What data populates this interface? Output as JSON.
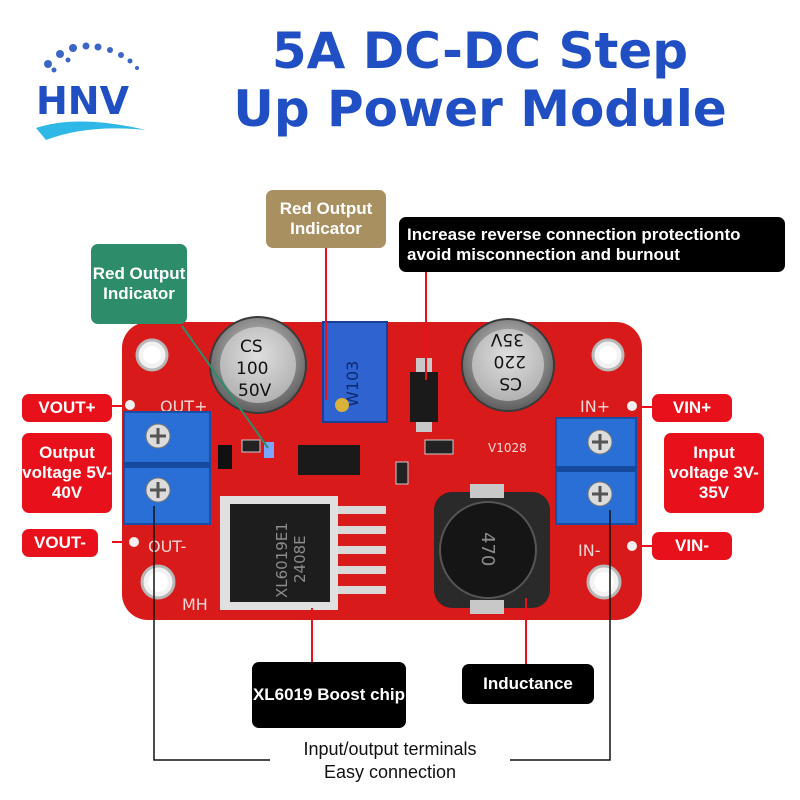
{
  "brand": {
    "logo_text": "HNV"
  },
  "title": {
    "line1": "5A DC-DC Step",
    "line2": "Up Power Module"
  },
  "labels": {
    "red_output_indicator_gold": "Red Output Indicator",
    "red_output_indicator_teal": "Red Output Indicator",
    "reverse_protection": "Increase reverse connection protectionto avoid misconnection and burnout",
    "vout_plus": "VOUT+",
    "vout_minus": "VOUT-",
    "output_voltage": "Output voltage 5V-40V",
    "vin_plus": "VIN+",
    "vin_minus": "VIN-",
    "input_voltage": "Input voltage 3V-35V",
    "boost_chip": "XL6019 Boost chip",
    "inductance": "Inductance",
    "terminals_line1": "Input/output terminals",
    "terminals_line2": "Easy connection"
  },
  "board": {
    "silk_out_plus": "OUT+",
    "silk_out_minus": "OUT-",
    "silk_in_plus": "IN+",
    "silk_in_minus": "IN-",
    "silk_version": "V1028",
    "silk_mh": "MH",
    "cap_left": [
      "CS",
      "100",
      "50V"
    ],
    "cap_right": [
      "35V",
      "220",
      "CS"
    ],
    "pot_marking": "W103",
    "chip_marking_1": "XL6019E1",
    "chip_marking_2": "2408E",
    "inductor_marking": "470"
  },
  "colors": {
    "title_blue": "#1f4fc3",
    "label_red": "#e8101b",
    "label_teal": "#2d8c6a",
    "label_gold": "#a89060",
    "pcb_red": "#d81a1a",
    "terminal_blue": "#2a6fd6"
  }
}
